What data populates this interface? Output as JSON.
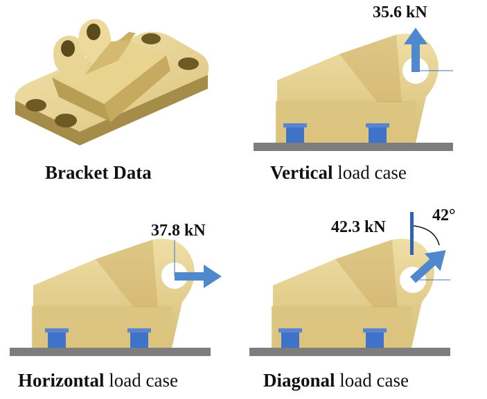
{
  "panels": {
    "bracket": {
      "title_bold": "Bracket Data",
      "title_rest": ""
    },
    "vertical": {
      "title_bold": "Vertical",
      "title_rest": " load case",
      "load": "35.6 kN"
    },
    "horizontal": {
      "title_bold": "Horizontal",
      "title_rest": " load case",
      "load": "37.8 kN"
    },
    "diagonal": {
      "title_bold": "Diagonal",
      "title_rest": " load case",
      "load": "42.3 kN",
      "angle": "42°"
    }
  },
  "colors": {
    "bracket_face": "#e6d08e",
    "bracket_light": "#efdfa6",
    "bracket_dark": "#b9a15c",
    "base_plate": "#7d7d7d",
    "bolt": "#3f73c9",
    "arrow": "#4f88cc",
    "text": "#111111"
  },
  "icons": [
    "bracket-3d-render",
    "load-arrow",
    "bolt",
    "base-plate"
  ]
}
